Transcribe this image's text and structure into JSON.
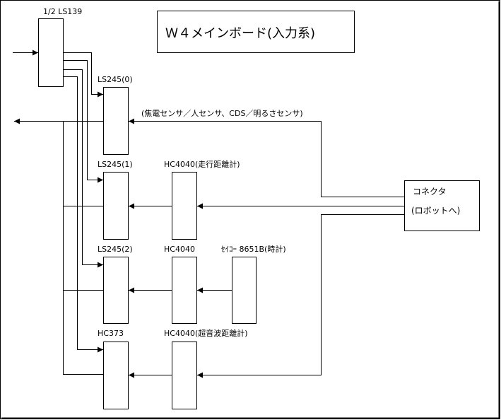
{
  "title": "Ｗ４メインボード(入力系)",
  "chips": {
    "ls139": "1/2 LS139",
    "ls245_0": "LS245(0)",
    "ls245_1": "LS245(1)",
    "ls245_2": "LS245(2)",
    "hc373": "HC373",
    "hc4040_1": "HC4040(走行距離計)",
    "hc4040_2": "HC4040",
    "hc4040_3": "HC4040(超音波距離計)",
    "seiko": "ｾｲｺｰ 8651B(時計)"
  },
  "sensor_label": "(焦電センサ／人センサ、CDS／明るさセンサ)",
  "connector": {
    "line1": "コネクタ",
    "line2": "(ロボットへ)"
  }
}
